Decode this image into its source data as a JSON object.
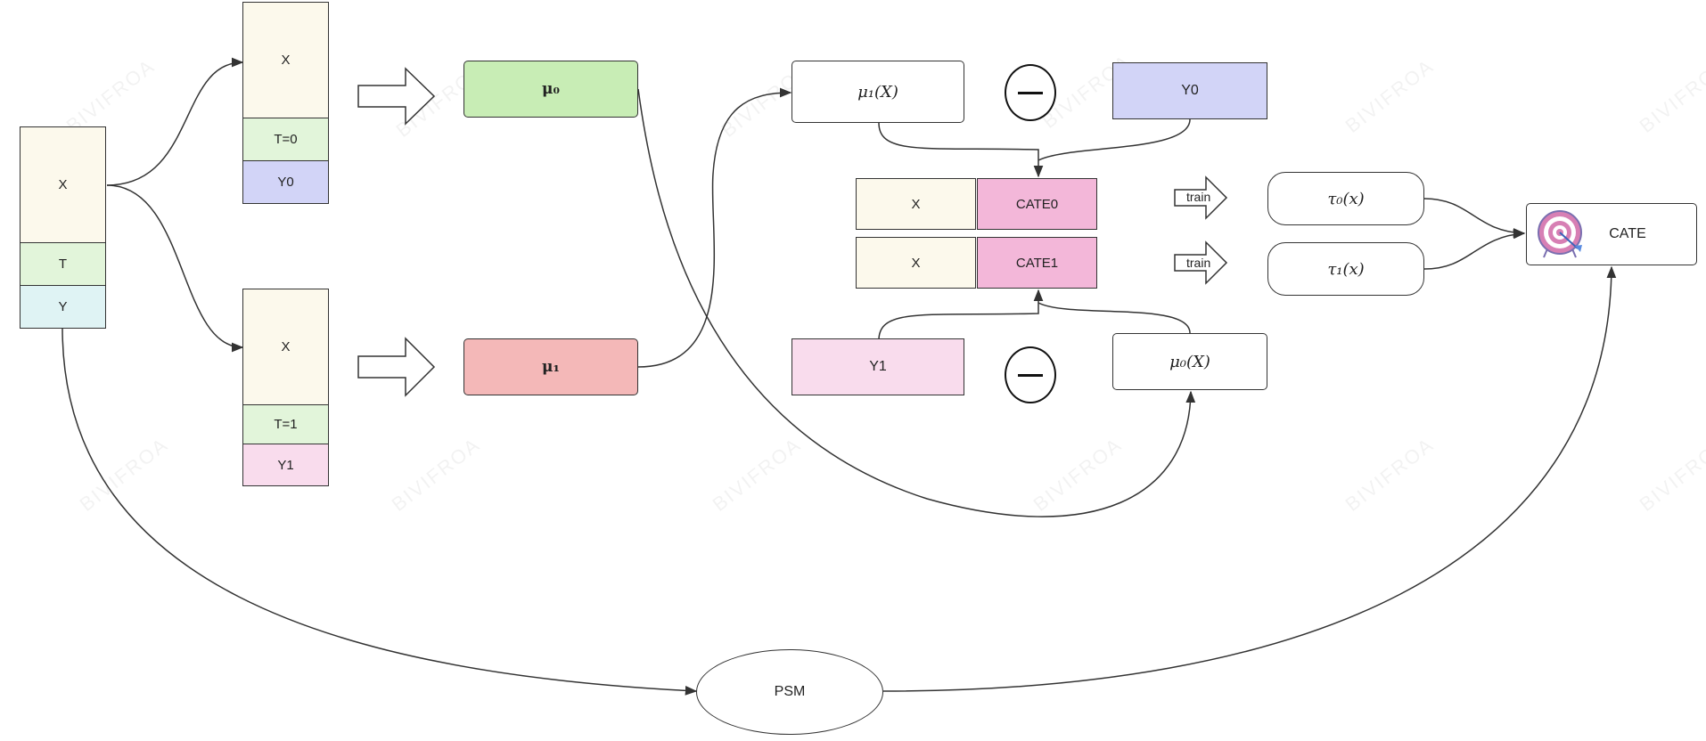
{
  "watermark": "BIVIFROA",
  "colors": {
    "cream": "#fcf9ec",
    "green": "#e2f5da",
    "lavender": "#d2d4f7",
    "cyan": "#dff3f4",
    "pink_light": "#f9dced",
    "model_green": "#c8edb5",
    "model_red": "#f4b8b8",
    "cate_pink": "#f3b7d9"
  },
  "input_table": {
    "x": "X",
    "t": "T",
    "y": "Y"
  },
  "control_group": {
    "x": "X",
    "t": "T=0",
    "y": "Y0"
  },
  "treated_group": {
    "x": "X",
    "t": "T=1",
    "y": "Y1"
  },
  "models": {
    "mu0": "μ₀",
    "mu1": "μ₁"
  },
  "stage2": {
    "mu1_of_x": "μ₁(X)",
    "y0": "Y0",
    "y1": "Y1",
    "mu0_of_x": "μ₀(X)",
    "row0": {
      "x": "X",
      "cate": "CATE0"
    },
    "row1": {
      "x": "X",
      "cate": "CATE1"
    }
  },
  "train_label_1": "train",
  "train_label_2": "train",
  "tau0": "τ₀(x)",
  "tau1": "τ₁(x)",
  "cate_output": "CATE",
  "psm": "PSM",
  "icons": [
    "minus-circle-icon",
    "block-arrow-icon",
    "target-icon"
  ]
}
